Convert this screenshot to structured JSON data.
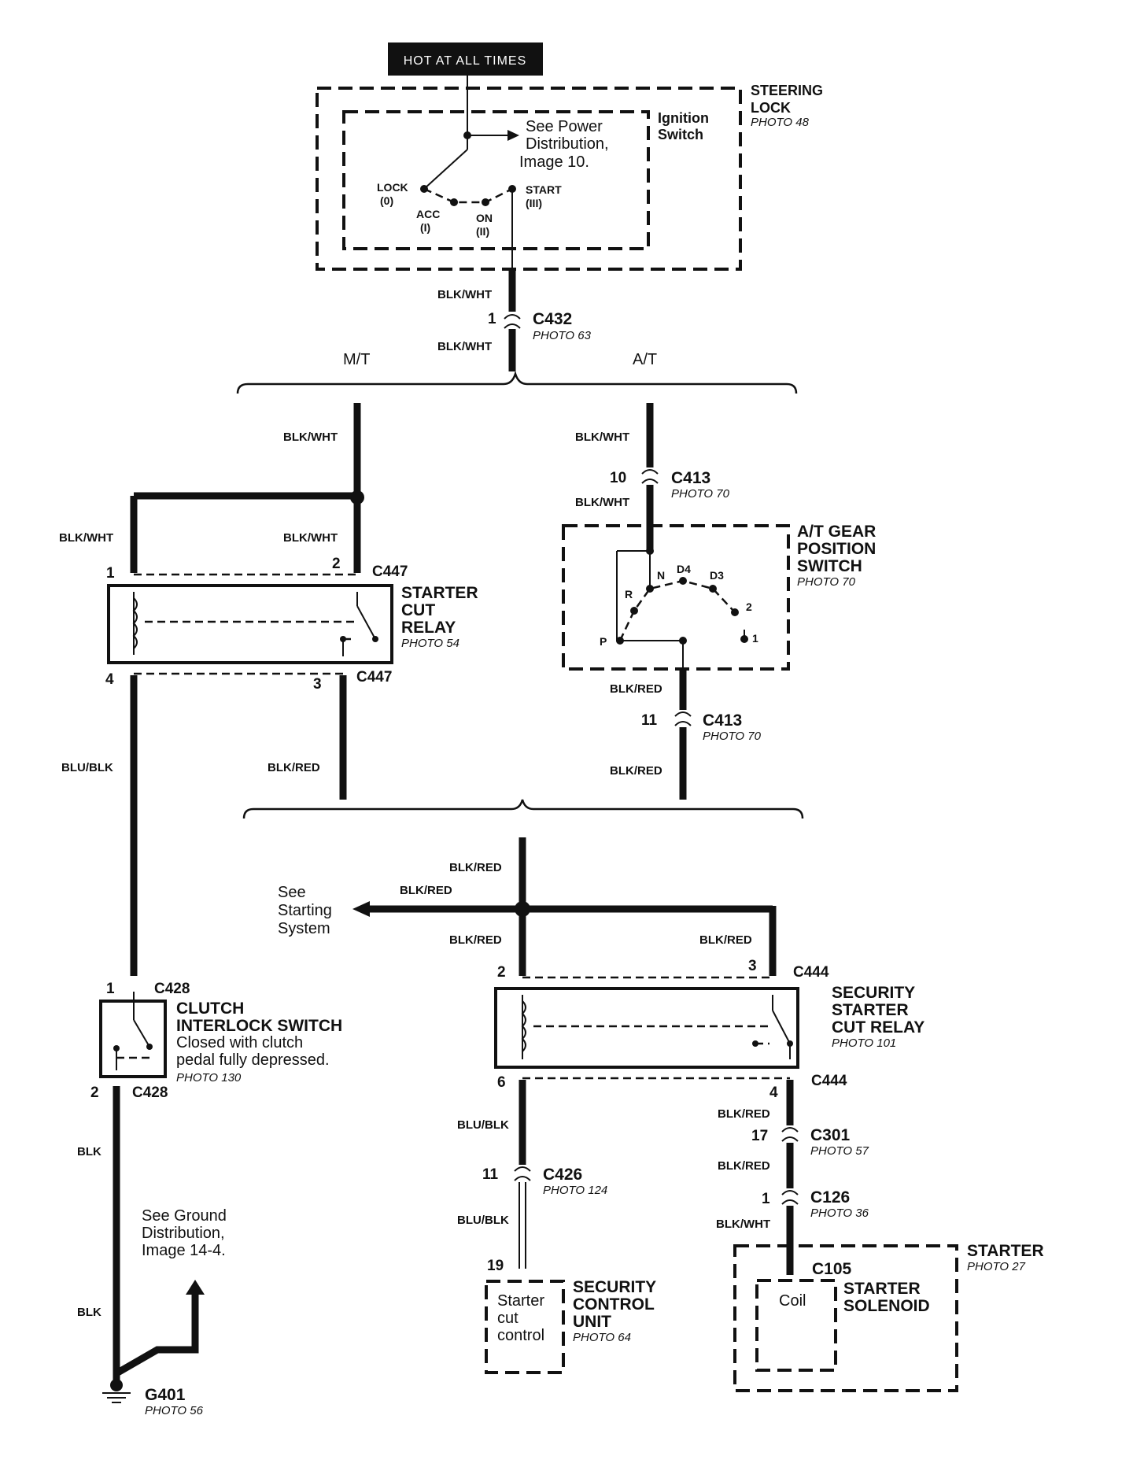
{
  "hot_label": "HOT AT ALL TIMES",
  "steering_lock": {
    "title1": "STEERING",
    "title2": "LOCK",
    "photo": "PHOTO 48"
  },
  "ignition_switch": {
    "title1": "Ignition",
    "title2": "Switch",
    "see1": "See Power",
    "see2": "Distribution,",
    "see3": "Image 10.",
    "lock1": "LOCK",
    "lock2": "(0)",
    "acc1": "ACC",
    "acc2": "(I)",
    "on1": "ON",
    "on2": "(II)",
    "start1": "START",
    "start2": "(III)"
  },
  "c432": {
    "name": "C432",
    "pin": "1",
    "photo": "PHOTO 63",
    "wire_top": "BLK/WHT",
    "wire_bottom": "BLK/WHT"
  },
  "branch_top": {
    "mt": "M/T",
    "at": "A/T"
  },
  "mt_wire1": "BLK/WHT",
  "mt_wire_left": "BLK/WHT",
  "mt_wire_right": "BLK/WHT",
  "c413_top": {
    "name": "C413",
    "pin": "10",
    "photo": "PHOTO 70",
    "wire_top": "BLK/WHT",
    "wire_bottom": "BLK/WHT"
  },
  "at_gear": {
    "title1": "A/T GEAR",
    "title2": "POSITION",
    "title3": "SWITCH",
    "photo": "PHOTO 70",
    "n": "N",
    "d4": "D4",
    "d3": "D3",
    "r": "R",
    "two": "2",
    "p": "P",
    "one": "1"
  },
  "starter_cut_relay": {
    "title1": "STARTER",
    "title2": "CUT",
    "title3": "RELAY",
    "photo": "PHOTO 54",
    "pin1": "1",
    "pin2": "2",
    "pin4": "4",
    "pin3": "3",
    "conn_top": "C447",
    "conn_bottom": "C447"
  },
  "c413_bottom": {
    "name": "C413",
    "pin": "11",
    "photo": "PHOTO 70",
    "wire_top": "BLK/RED",
    "wire_bottom": "BLK/RED"
  },
  "mt_lower_left": "BLU/BLK",
  "mt_lower_right": "BLK/RED",
  "junction": {
    "wire_top": "BLK/RED",
    "wire_left": "BLK/RED",
    "wire_down": "BLK/RED",
    "wire_right": "BLK/RED",
    "see1": "See",
    "see2": "Starting",
    "see3": "System"
  },
  "clutch": {
    "title1": "CLUTCH",
    "title2": "INTERLOCK SWITCH",
    "note1": "Closed with clutch",
    "note2": "pedal fully depressed.",
    "photo": "PHOTO 130",
    "pin1": "1",
    "pin2": "2",
    "conn_top": "C428",
    "conn_bottom": "C428"
  },
  "ground": {
    "wire1": "BLK",
    "wire2": "BLK",
    "see1": "See Ground",
    "see2": "Distribution,",
    "see3": "Image 14-4.",
    "name": "G401",
    "photo": "PHOTO 56"
  },
  "security_relay": {
    "title1": "SECURITY",
    "title2": "STARTER",
    "title3": "CUT RELAY",
    "photo": "PHOTO 101",
    "pin2": "2",
    "pin3": "3",
    "pin6": "6",
    "pin4": "4",
    "conn_top": "C444",
    "conn_bottom": "C444"
  },
  "c426": {
    "name": "C426",
    "pin": "11",
    "photo": "PHOTO 124",
    "wire_top": "BLU/BLK",
    "wire_bottom": "BLU/BLK"
  },
  "security_unit": {
    "pin": "19",
    "inner1": "Starter",
    "inner2": "cut",
    "inner3": "control",
    "title1": "SECURITY",
    "title2": "CONTROL",
    "title3": "UNIT",
    "photo": "PHOTO 64"
  },
  "c301": {
    "name": "C301",
    "pin": "17",
    "photo": "PHOTO 57",
    "wire_top": "BLK/RED",
    "wire_bottom": "BLK/RED"
  },
  "c126": {
    "name": "C126",
    "pin": "1",
    "photo": "PHOTO 36",
    "wire_bottom": "BLK/WHT"
  },
  "starter": {
    "title": "STARTER",
    "photo": "PHOTO 27",
    "conn": "C105",
    "coil": "Coil",
    "solenoid1": "STARTER",
    "solenoid2": "SOLENOID"
  }
}
